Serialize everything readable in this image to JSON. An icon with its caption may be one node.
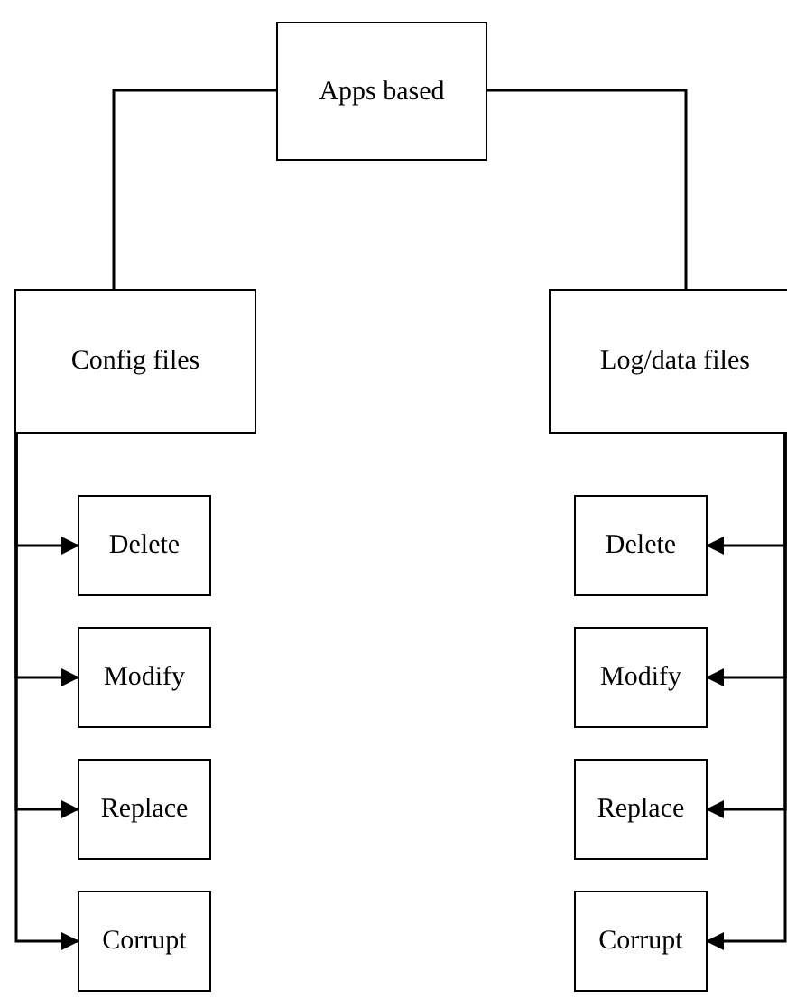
{
  "diagram": {
    "nodes": [
      {
        "text": [
          "Apps based"
        ]
      },
      {
        "text": [
          "Config files"
        ]
      },
      {
        "text": [
          "Log/data files"
        ]
      },
      {
        "text": [
          "Delete"
        ]
      },
      {
        "text": [
          "Delete"
        ]
      },
      {
        "text": [
          "Modify"
        ]
      },
      {
        "text": [
          "Modify"
        ]
      },
      {
        "text": [
          "Replace"
        ]
      },
      {
        "text": [
          "Replace"
        ]
      },
      {
        "text": [
          "Corrupt"
        ]
      },
      {
        "text": [
          "Corrupt"
        ]
      }
    ],
    "edges": [
      {
        "from": 0,
        "to": 1,
        "arrow": "none"
      },
      {
        "from": 0,
        "to": 2,
        "arrow": "none"
      },
      {
        "from": 1,
        "to": 3,
        "arrow": "to"
      },
      {
        "from": 2,
        "to": 4,
        "arrow": "to"
      },
      {
        "from": 1,
        "to": 5,
        "arrow": "to"
      },
      {
        "from": 2,
        "to": 6,
        "arrow": "to"
      },
      {
        "from": 1,
        "to": 7,
        "arrow": "to"
      },
      {
        "from": 2,
        "to": 8,
        "arrow": "to"
      },
      {
        "from": 1,
        "to": 9,
        "arrow": "to"
      },
      {
        "from": 2,
        "to": 10,
        "arrow": "to"
      }
    ]
  }
}
